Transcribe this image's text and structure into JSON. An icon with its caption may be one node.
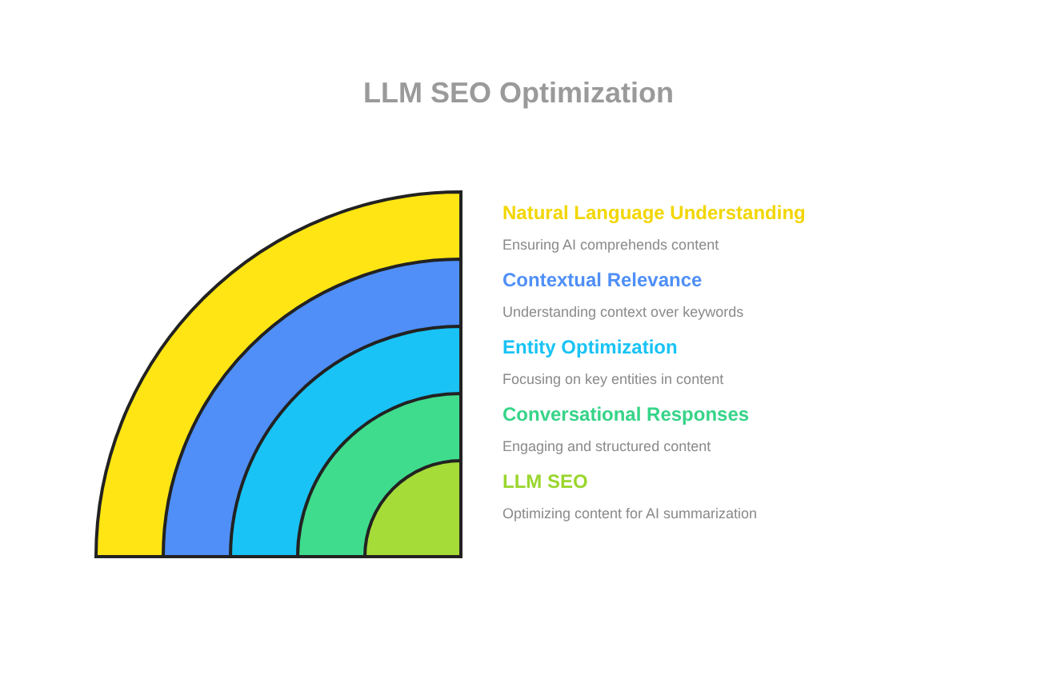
{
  "diagram": {
    "title": "LLM SEO Optimization",
    "nodes": [
      {
        "text": [
          "Natural Language Understanding",
          "Ensuring AI comprehends content"
        ]
      },
      {
        "text": [
          "Contextual Relevance",
          "Understanding context over keywords"
        ],
        "in": 0
      },
      {
        "text": [
          "Entity Optimization",
          "Focusing on key entities in content"
        ],
        "in": 1
      },
      {
        "text": [
          "Conversational Responses",
          "Engaging and structured content"
        ],
        "in": 2
      },
      {
        "text": [
          "LLM SEO",
          "Optimizing content for AI summarization"
        ],
        "in": 3
      }
    ]
  }
}
